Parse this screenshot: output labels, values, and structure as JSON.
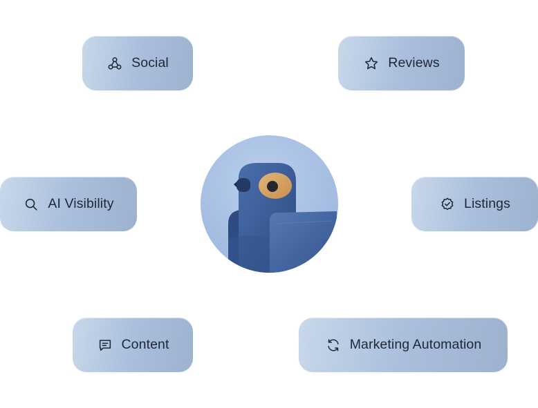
{
  "features": {
    "social": {
      "label": "Social",
      "icon": "share-nodes-icon"
    },
    "reviews": {
      "label": "Reviews",
      "icon": "star-icon"
    },
    "ai_visibility": {
      "label": "AI Visibility",
      "icon": "search-icon"
    },
    "listings": {
      "label": "Listings",
      "icon": "check-badge-icon"
    },
    "content": {
      "label": "Content",
      "icon": "message-lines-icon"
    },
    "marketing_automation": {
      "label": "Marketing Automation",
      "icon": "refresh-icon"
    }
  },
  "center": {
    "icon": "bird-mascot-avatar"
  },
  "colors": {
    "pill_start": "#c9d8ea",
    "pill_end": "#9cb2cf",
    "text": "#1e2736",
    "avatar_bg": "#a5bde2",
    "bird_body": "#3b5c96"
  }
}
